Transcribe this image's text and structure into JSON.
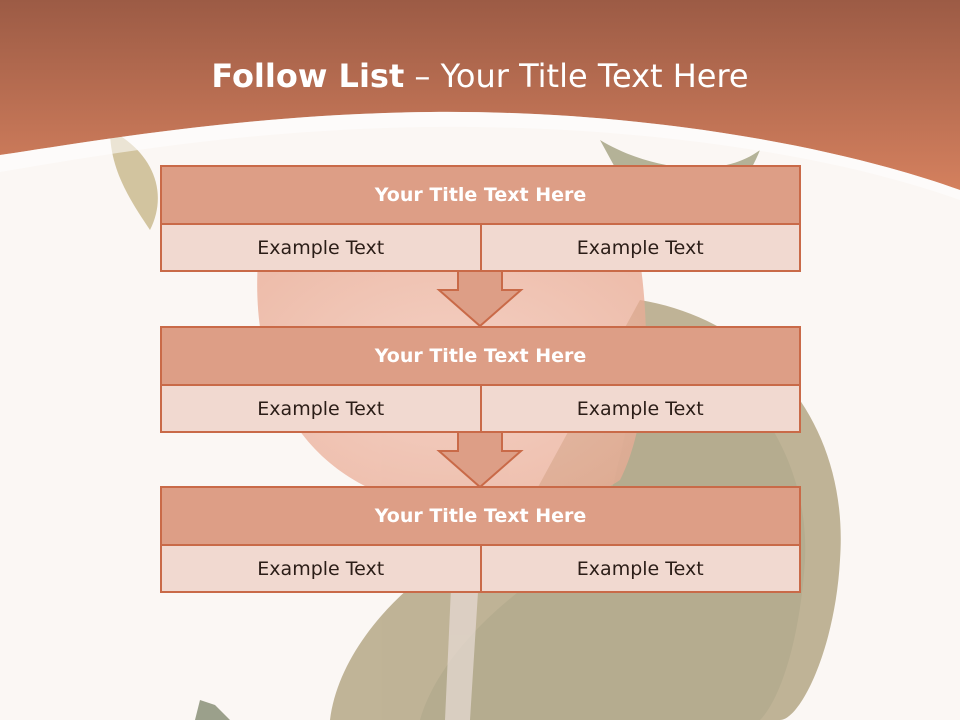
{
  "title": {
    "bold": "Follow List",
    "rest": " – Your Title Text Here"
  },
  "blocks": [
    {
      "title": "Your Title Text Here",
      "left": "Example Text",
      "right": "Example Text"
    },
    {
      "title": "Your Title Text Here",
      "left": "Example Text",
      "right": "Example Text"
    },
    {
      "title": "Your Title Text Here",
      "left": "Example Text",
      "right": "Example Text"
    }
  ],
  "colors": {
    "header_top": "#9c5b45",
    "header_bottom": "#d4805e",
    "block_title": "#dd9e86",
    "block_cell": "#f1d9d0",
    "border": "#c96a48",
    "background": "#fbf7f4"
  }
}
